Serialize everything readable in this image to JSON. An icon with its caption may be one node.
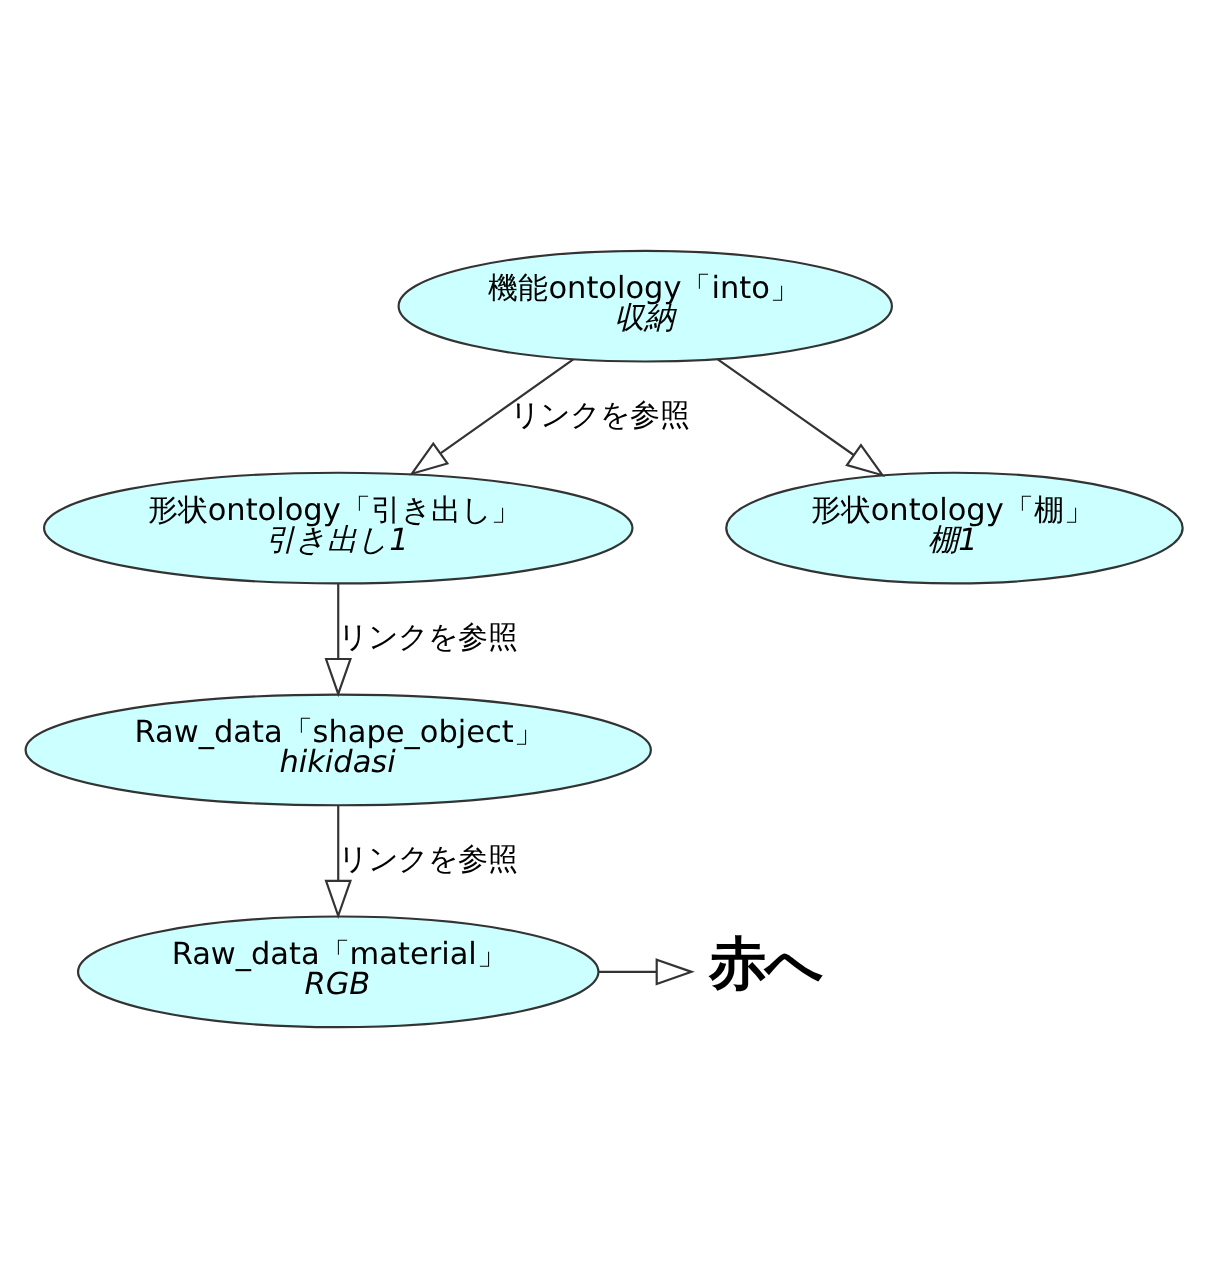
{
  "diagram": {
    "nodes": [
      {
        "text": [
          "機能ontology「into」",
          "収納"
        ]
      },
      {
        "text": [
          "形状ontology「引き出し」",
          "引き出し1"
        ]
      },
      {
        "text": [
          "形状ontology「棚」",
          "棚1"
        ]
      },
      {
        "text": [
          "Raw_data「shape_object」",
          "hikidasi"
        ]
      },
      {
        "text": [
          "Raw_data「material」",
          "RGB"
        ]
      },
      {
        "text": [
          "赤へ"
        ]
      }
    ],
    "edges": [
      {
        "from": 0,
        "to": 1,
        "arrow": "to",
        "label": "リンクを参照"
      },
      {
        "from": 0,
        "to": 2,
        "arrow": "to"
      },
      {
        "from": 1,
        "to": 3,
        "arrow": "to",
        "label": "リンクを参照"
      },
      {
        "from": 3,
        "to": 4,
        "arrow": "to",
        "label": "リンクを参照"
      },
      {
        "from": 4,
        "to": 5,
        "arrow": "to"
      }
    ]
  }
}
